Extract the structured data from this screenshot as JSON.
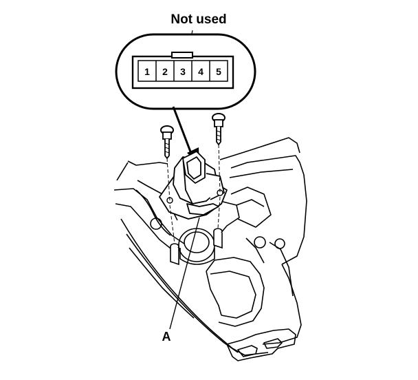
{
  "callout": {
    "label": "Not used",
    "pins": [
      "1",
      "2",
      "3",
      "4",
      "5"
    ]
  },
  "part_label": "A"
}
